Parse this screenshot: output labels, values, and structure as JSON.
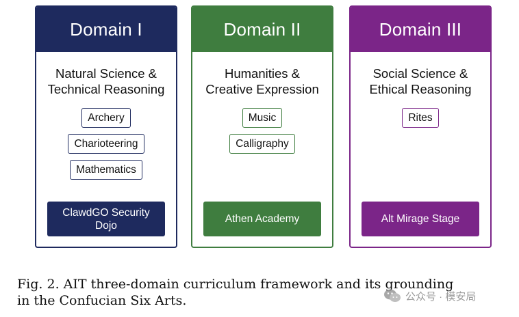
{
  "domains": [
    {
      "title": "Domain I",
      "subtitle_lines": [
        "Natural Science &",
        "Technical Reasoning"
      ],
      "arts": [
        "Archery",
        "Charioteering",
        "Mathematics"
      ],
      "platform": "ClawdGO Security Dojo",
      "color": "#1e2a5e"
    },
    {
      "title": "Domain II",
      "subtitle_lines": [
        "Humanities &",
        "Creative Expression"
      ],
      "arts": [
        "Music",
        "Calligraphy"
      ],
      "platform": "Athen Academy",
      "color": "#3f7d3f"
    },
    {
      "title": "Domain III",
      "subtitle_lines": [
        "Social Science &",
        "Ethical Reasoning"
      ],
      "arts": [
        "Rites"
      ],
      "platform": "Alt Mirage Stage",
      "color": "#7b2588"
    }
  ],
  "caption": {
    "line1": "Fig. 2.  AIT three-domain curriculum framework and its grounding",
    "line2": "in the Confucian Six Arts."
  },
  "watermark": {
    "icon": "wechat-icon",
    "text": "公众号 · 模安局"
  }
}
